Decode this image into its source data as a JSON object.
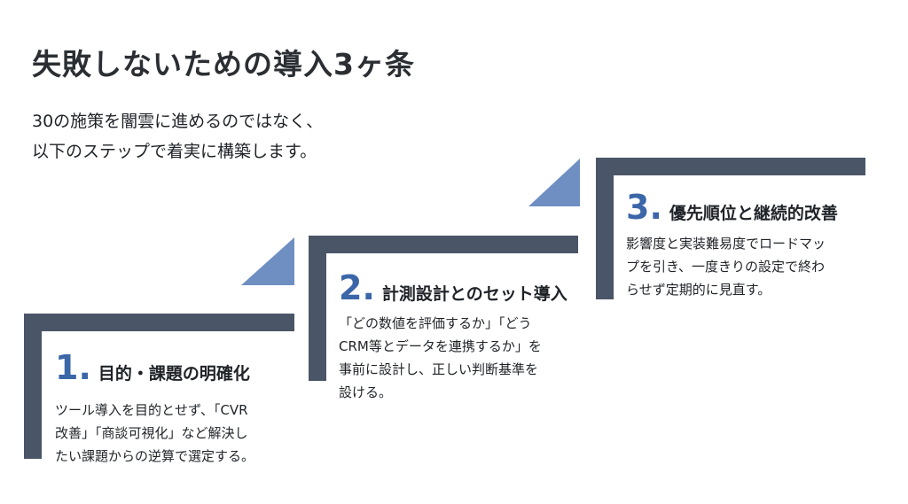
{
  "title": "失敗しないための導入3ヶ条",
  "subtitle": [
    "30の施策を闇雲に進めるのではなく、",
    "以下のステップで着実に構築します。"
  ],
  "colors": {
    "frame": "#4a5568",
    "accent": "#3b66a8",
    "triangle": "#6f8fc3"
  },
  "steps": [
    {
      "number": "1",
      "title": "目的・課題の明確化",
      "desc": [
        "ツール導入を目的とせず、「CVR",
        "改善」「商談可視化」など解決し",
        "たい課題からの逆算で選定する。"
      ]
    },
    {
      "number": "2",
      "title": "計測設計とのセット導入",
      "desc": [
        "「どの数値を評価するか」「どう",
        "CRM等とデータを連携するか」を",
        "事前に設計し、正しい判断基準を",
        "設ける。"
      ]
    },
    {
      "number": "3",
      "title": "優先順位と継続的改善",
      "desc": [
        "影響度と実装難易度でロードマッ",
        "プを引き、一度きりの設定で終わ",
        "らせず定期的に見直す。"
      ]
    }
  ]
}
